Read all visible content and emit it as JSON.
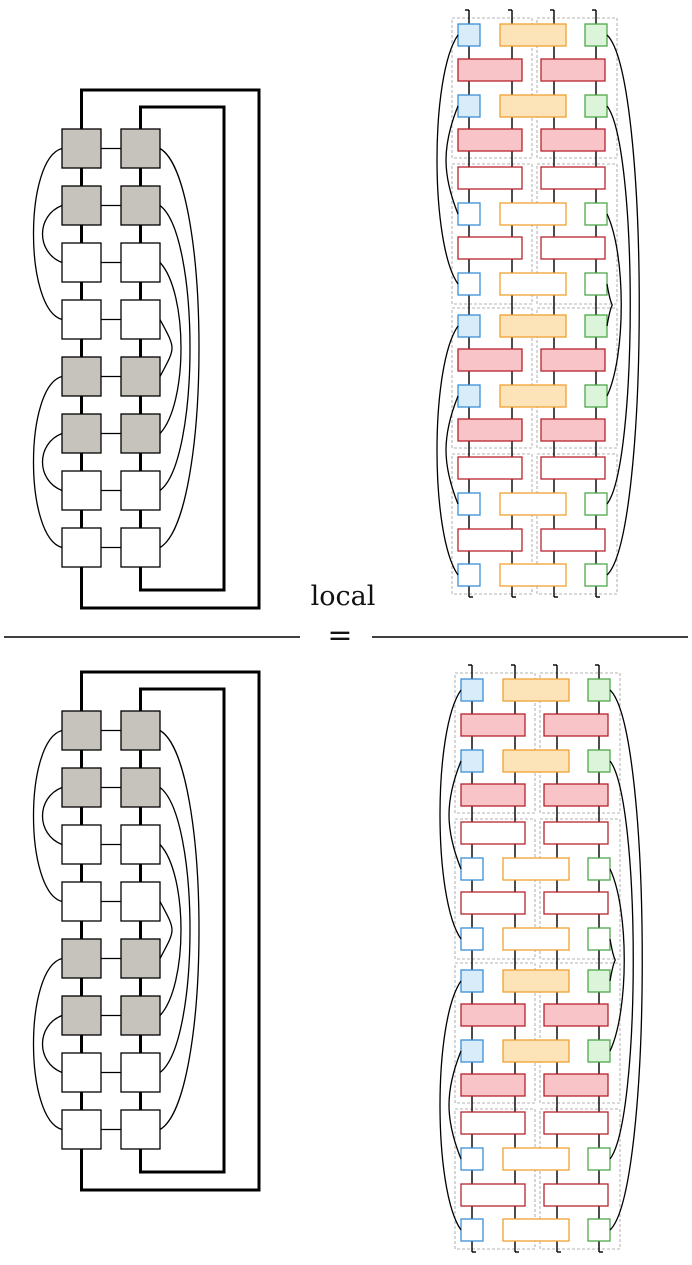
{
  "equation": {
    "label": "local",
    "operator": "="
  },
  "colors": {
    "line": "#000000",
    "gray_fill": "#c6c3bd",
    "white_fill": "#ffffff",
    "blue_stroke": "#3b8fd4",
    "blue_fill": "#d9ecfa",
    "orange_stroke": "#f0a030",
    "orange_fill": "#fde4b8",
    "red_stroke": "#b8232e",
    "red_fill": "#f8c4c8",
    "green_stroke": "#4ea84a",
    "green_fill": "#dcf4da",
    "dashed_group": "#9a9a9a"
  },
  "left_diagrams": [
    {
      "name": "top-left-ladder",
      "gray_rows": [
        0,
        1,
        4,
        5
      ]
    },
    {
      "name": "bottom-left-ladder",
      "gray_rows": [
        0,
        1,
        4,
        5
      ]
    }
  ],
  "right_diagrams": [
    {
      "name": "top-right-circuit",
      "filled_cells": [
        0,
        1,
        4,
        5
      ],
      "block_fill": [
        true,
        false,
        true,
        false
      ]
    },
    {
      "name": "bottom-right-circuit",
      "filled_cells": [
        0,
        1,
        4,
        5
      ],
      "block_fill": [
        true,
        false,
        true,
        false
      ]
    }
  ]
}
